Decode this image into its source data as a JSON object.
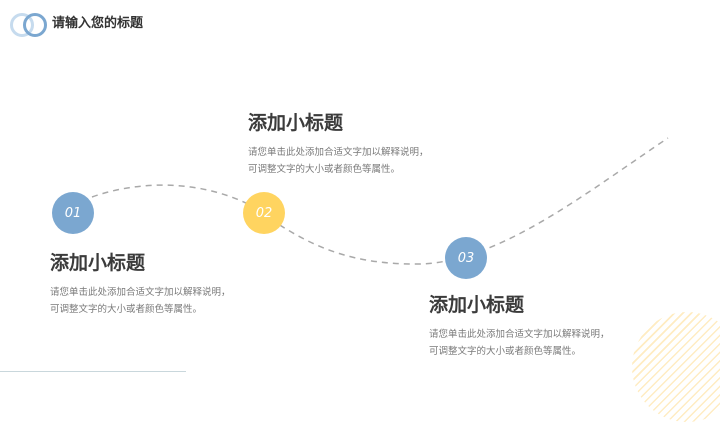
{
  "header": {
    "title": "请输入您的标题"
  },
  "colors": {
    "blue": "#7BA7D0",
    "yellow": "#FFD460",
    "line": "#a9a9a9"
  },
  "steps": [
    {
      "number": "01",
      "title": "添加小标题",
      "desc_line1": "请您单击此处添加合适文字加以解释说明，",
      "desc_line2": "可调整文字的大小或者颜色等属性。"
    },
    {
      "number": "02",
      "title": "添加小标题",
      "desc_line1": "请您单击此处添加合适文字加以解释说明，",
      "desc_line2": "可调整文字的大小或者颜色等属性。"
    },
    {
      "number": "03",
      "title": "添加小标题",
      "desc_line1": "请您单击此处添加合适文字加以解释说明，",
      "desc_line2": "可调整文字的大小或者颜色等属性。"
    }
  ]
}
